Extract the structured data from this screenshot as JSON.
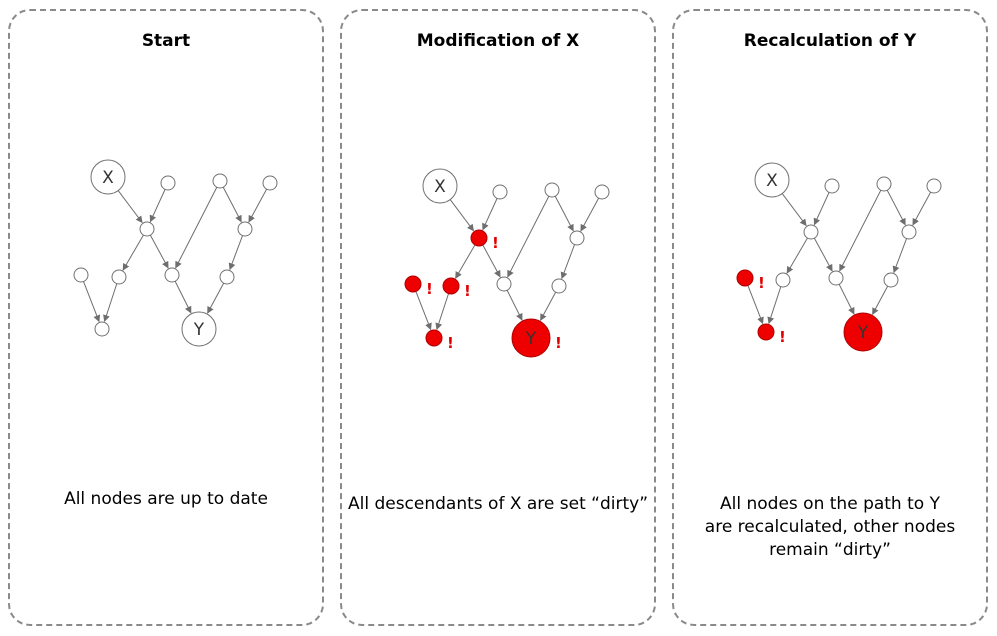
{
  "panels": [
    {
      "title": "Start",
      "caption_lines": [
        "All nodes are up to date"
      ],
      "node_states": [
        "clean",
        "clean",
        "clean",
        "clean",
        "clean",
        "clean",
        "clean",
        "clean",
        "clean",
        "clean",
        "clean",
        "clean",
        "clean"
      ]
    },
    {
      "title": "Modification of X",
      "caption_lines": [
        "All descendants of X are set “dirty”"
      ],
      "node_states": [
        "clean",
        "clean",
        "clean",
        "clean",
        "dirty",
        "clean",
        "dirty",
        "dirty",
        "clean",
        "clean",
        "dirty",
        "clean",
        "dirty"
      ]
    },
    {
      "title": "Recalculation of Y",
      "caption_lines": [
        "All nodes on the path to Y",
        "are recalculated, other nodes",
        "remain “dirty”"
      ],
      "node_states": [
        "clean",
        "clean",
        "clean",
        "clean",
        "clean",
        "clean",
        "dirty",
        "clean",
        "clean",
        "clean",
        "dirty",
        "clean",
        "recalc"
      ]
    }
  ],
  "graph": {
    "node_labels": {
      "0": "X",
      "12": "Y"
    },
    "dirty_marker": "!"
  },
  "colors": {
    "border": "#8a8a8a",
    "node_stroke": "#707070",
    "edge": "#6e6e6e",
    "dirty_fill": "#ee0000",
    "clean_fill": "#ffffff"
  }
}
